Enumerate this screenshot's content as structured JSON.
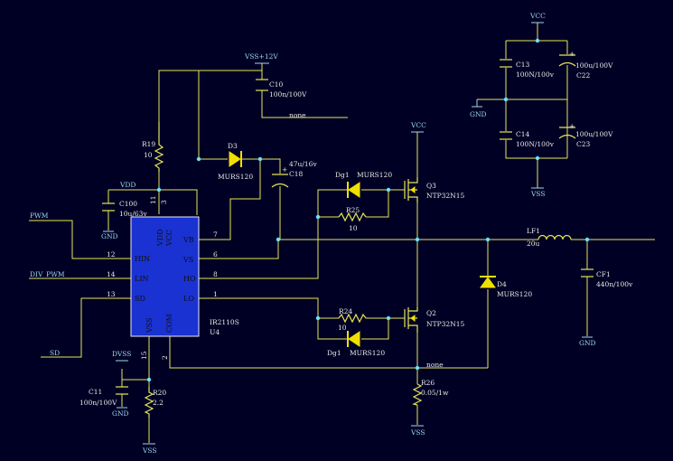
{
  "ic": {
    "name": "IR2110S",
    "designator": "U4",
    "pins_left": [
      {
        "num": "12",
        "label": "HIN"
      },
      {
        "num": "14",
        "label": "LIN"
      },
      {
        "num": "13",
        "label": "SD"
      }
    ],
    "pins_right": [
      {
        "num": "7",
        "label": "VB"
      },
      {
        "num": "6",
        "label": "VS"
      },
      {
        "num": "8",
        "label": "HO"
      },
      {
        "num": "1",
        "label": "LO"
      }
    ],
    "pins_top": [
      {
        "num": "11",
        "label": "VDD"
      },
      {
        "num": "3",
        "label": "VCC"
      }
    ],
    "pins_bottom": [
      {
        "num": "15",
        "label": "VSS"
      },
      {
        "num": "2",
        "label": "COM"
      }
    ]
  },
  "nets": {
    "vss12": "VSS+12V",
    "vdd": "VDD",
    "dvss": "DVSS",
    "vcc_top": "VCC",
    "vcc_mid": "VCC",
    "gnd": "GND",
    "vss": "VSS",
    "none_a": "none",
    "none_b": "none"
  },
  "inputs": {
    "pwm": "PWM",
    "div_pwm": "DIV_PWM",
    "sd": "SD"
  },
  "components": {
    "r19": {
      "ref": "R19",
      "value": "10"
    },
    "c10": {
      "ref": "C10",
      "value": "100n/100V"
    },
    "d3": {
      "ref": "D3",
      "value": "MURS120"
    },
    "c18": {
      "ref": "C18",
      "value": "47u/16v"
    },
    "c100": {
      "ref": "C100",
      "value": "10u/63v"
    },
    "c11": {
      "ref": "C11",
      "value": "100n/100V"
    },
    "r20": {
      "ref": "R20",
      "value": "2.2"
    },
    "dg1": {
      "ref": "Dg1",
      "value": "MURS120"
    },
    "r25": {
      "ref": "R25",
      "value": "10"
    },
    "q3": {
      "ref": "Q3",
      "value": "NTP32N15"
    },
    "q2": {
      "ref": "Q2",
      "value": "NTP32N15"
    },
    "r24": {
      "ref": "R24",
      "value": "10"
    },
    "dg2": {
      "ref": "Dg1",
      "value": "MURS120"
    },
    "r26": {
      "ref": "R26",
      "value": "0.05/1w"
    },
    "d4": {
      "ref": "D4",
      "value": "MURS120"
    },
    "lf1": {
      "ref": "LF1",
      "value": "20u"
    },
    "cf1": {
      "ref": "CF1",
      "value": "440n/100v"
    },
    "c13": {
      "ref": "C13",
      "value": "100N/100v"
    },
    "c22": {
      "ref": "C22",
      "value": "100u/100V"
    },
    "c14": {
      "ref": "C14",
      "value": "100N/100v"
    },
    "c23": {
      "ref": "C23",
      "value": "100u/100V"
    }
  },
  "symbols": {
    "plus": "+"
  },
  "colors": {
    "background": "#000024",
    "wire": "#e6e65a",
    "ic_body": "#1a32d2",
    "junction": "#6ee0ff",
    "diode": "#f0e000",
    "net_label": "#9fd8f2",
    "text": "#e8e8e8"
  }
}
